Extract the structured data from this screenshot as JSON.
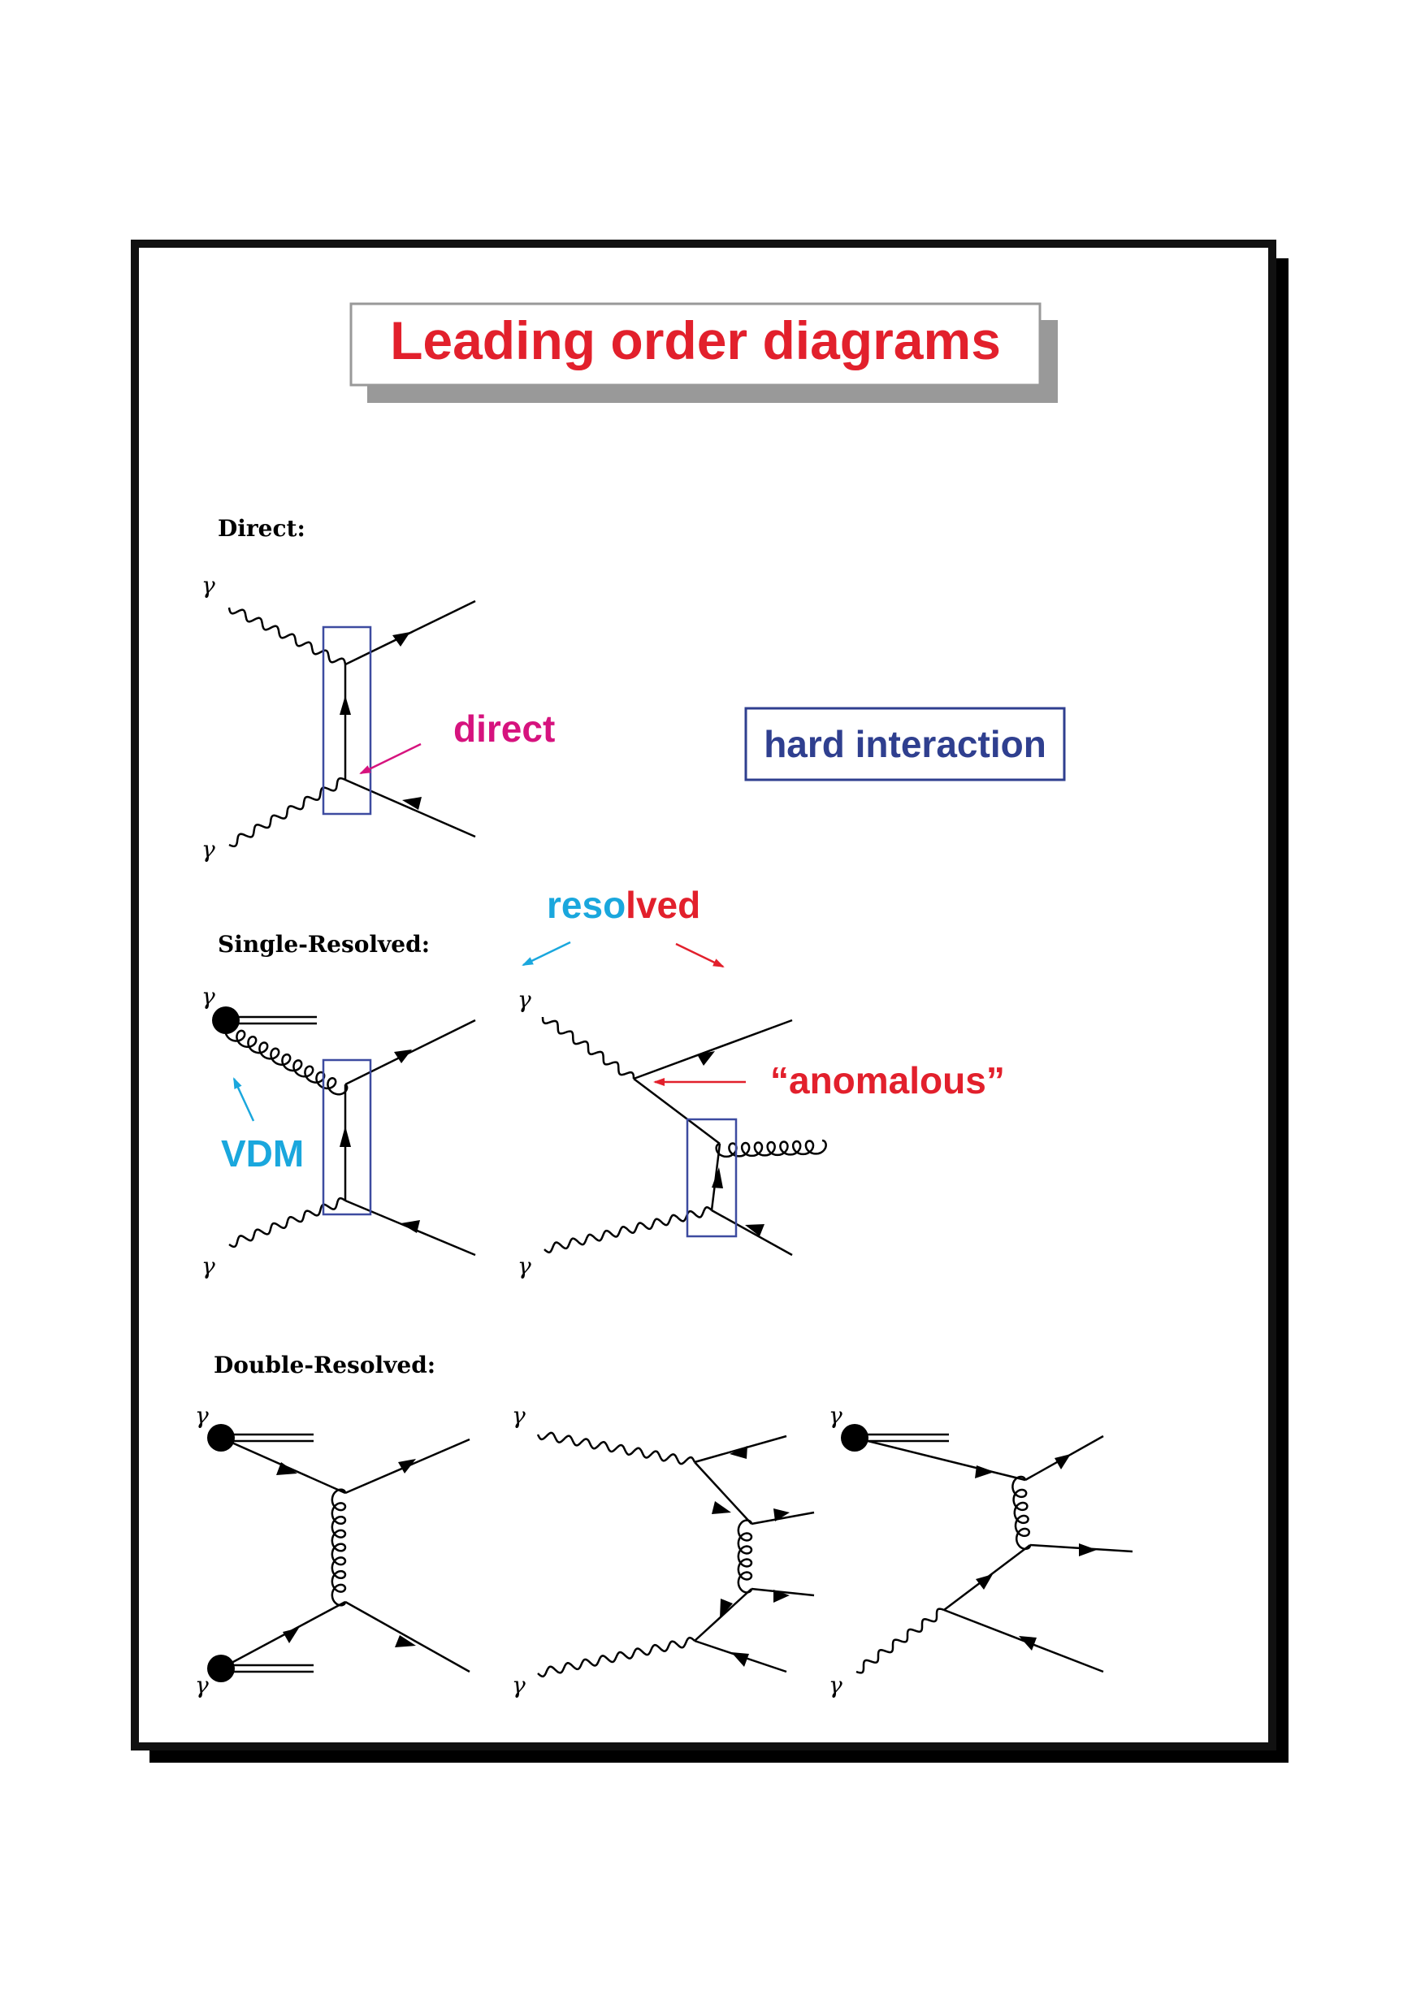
{
  "title": "Leading order diagrams",
  "sections": {
    "direct": "Direct:",
    "single": "Single-Resolved:",
    "double": "Double-Resolved:"
  },
  "particle": "γ",
  "annotations": {
    "direct": "direct",
    "hard": "hard interaction",
    "resolved_a": "reso",
    "resolved_b": "lved",
    "anomalous": "“anomalous”",
    "vdm": "VDM"
  },
  "colors": {
    "title": "#e2202c",
    "direct": "#d6137e",
    "hard": "#2f3f8f",
    "box": "#3d4ba0",
    "resolved_cyan": "#1aa7dd",
    "resolved_red": "#e2202c",
    "frame_shadow": "#000000",
    "title_shadow": "#999999"
  }
}
